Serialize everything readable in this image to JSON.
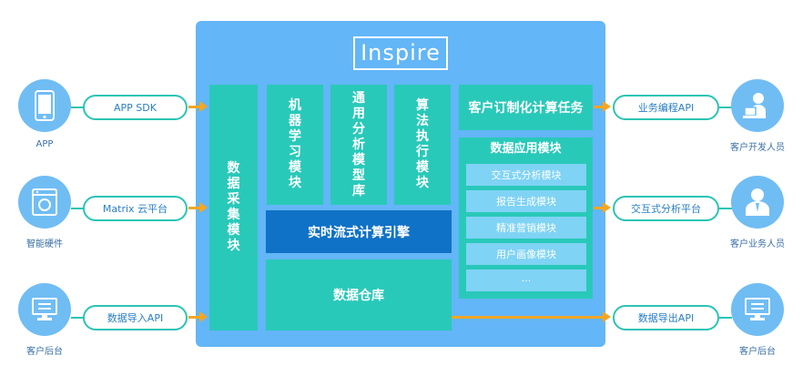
{
  "logo": "Inspire",
  "collect_module": "数据采集模块",
  "ml_module": "机器学习模块",
  "model_lib": "通用分析模型库",
  "algo_module": "算法执行模块",
  "engine": "实时流式计算引擎",
  "warehouse": "数据仓库",
  "custom_task": "客户订制化计算任务",
  "app_module": {
    "title": "数据应用模块",
    "items": [
      "交互式分析模块",
      "报告生成模块",
      "精准营销模块",
      "用户画像模块",
      "···"
    ]
  },
  "left": [
    {
      "label": "APP",
      "pill": "APP SDK",
      "icon": "smartphone-icon"
    },
    {
      "label": "智能硬件",
      "pill": "Matrix 云平台",
      "icon": "washing-machine-icon"
    },
    {
      "label": "客户后台",
      "pill": "数据导入API",
      "icon": "computer-icon"
    }
  ],
  "right": [
    {
      "label": "客户开发人员",
      "pill": "业务编程API",
      "icon": "developer-icon"
    },
    {
      "label": "客户业务人员",
      "pill": "交互式分析平台",
      "icon": "business-user-icon"
    },
    {
      "label": "客户后台",
      "pill": "数据导出API",
      "icon": "computer-icon"
    }
  ],
  "colors": {
    "panel": "#63b6f7",
    "module": "#29c9b9",
    "engine": "#1072c6",
    "arrow": "#f5a623"
  }
}
